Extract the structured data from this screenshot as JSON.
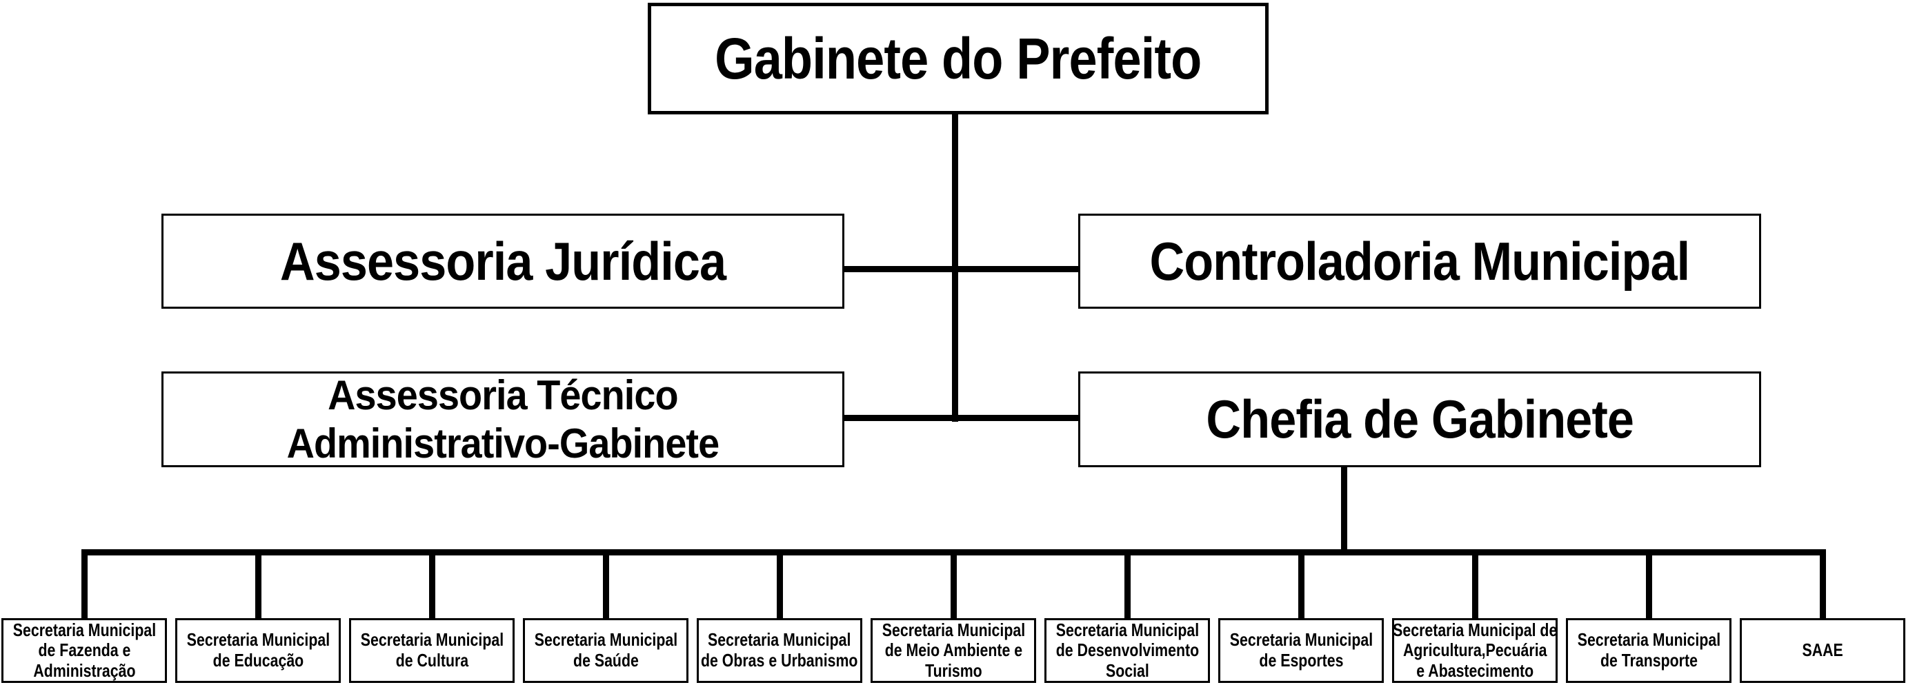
{
  "colors": {
    "background": "#ffffff",
    "line": "#000000",
    "box_border": "#000000",
    "text": "#000000"
  },
  "org_chart": {
    "root": {
      "label": "Gabinete do Prefeito"
    },
    "level2": [
      {
        "label": "Assessoria Jurídica"
      },
      {
        "label": "Controladoria Municipal"
      }
    ],
    "level3": [
      {
        "label": "Assessoria Técnico\nAdministrativo-Gabinete"
      },
      {
        "label": "Chefia de Gabinete"
      }
    ],
    "secretariats": [
      {
        "label": "Secretaria Municipal\nde Fazenda e\nAdministração"
      },
      {
        "label": "Secretaria Municipal\nde Educação"
      },
      {
        "label": "Secretaria Municipal\nde Cultura"
      },
      {
        "label": "Secretaria Municipal\nde Saúde"
      },
      {
        "label": "Secretaria Municipal\nde Obras e Urbanismo"
      },
      {
        "label": "Secretaria Municipal\nde Meio Ambiente e\nTurismo"
      },
      {
        "label": "Secretaria Municipal\nde Desenvolvimento\nSocial"
      },
      {
        "label": "Secretaria Municipal\nde Esportes"
      },
      {
        "label": "Secretaria Municipal de\nAgricultura,Pecuária\ne Abastecimento"
      },
      {
        "label": "Secretaria Municipal\nde Transporte"
      },
      {
        "label": "SAAE"
      }
    ]
  }
}
